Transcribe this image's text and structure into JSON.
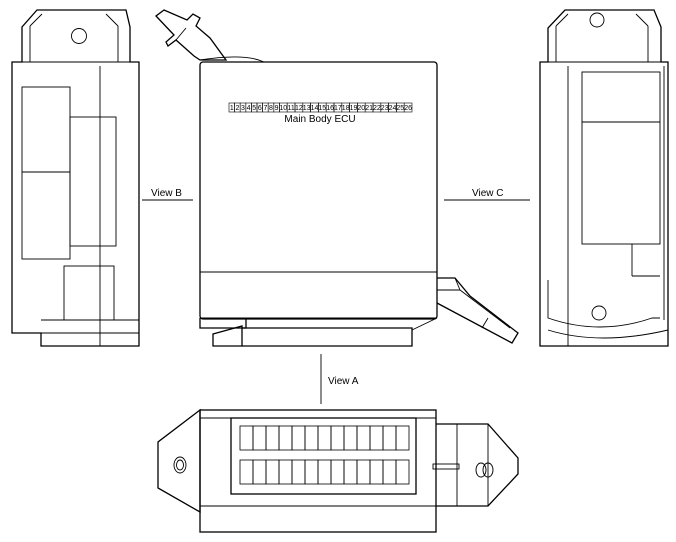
{
  "labels": {
    "ecu_name": "Main Body ECU",
    "view_a": "View A",
    "view_b": "View B",
    "view_c": "View C"
  },
  "pin_numbers": [
    "1",
    "2",
    "3",
    "4",
    "5",
    "6",
    "7",
    "8",
    "9",
    "10",
    "11",
    "12",
    "13",
    "14",
    "15",
    "16",
    "17",
    "18",
    "19",
    "20",
    "21",
    "22",
    "23",
    "24",
    "25",
    "26"
  ],
  "connector_cell_rows": 2,
  "connector_cells_per_row": 13
}
